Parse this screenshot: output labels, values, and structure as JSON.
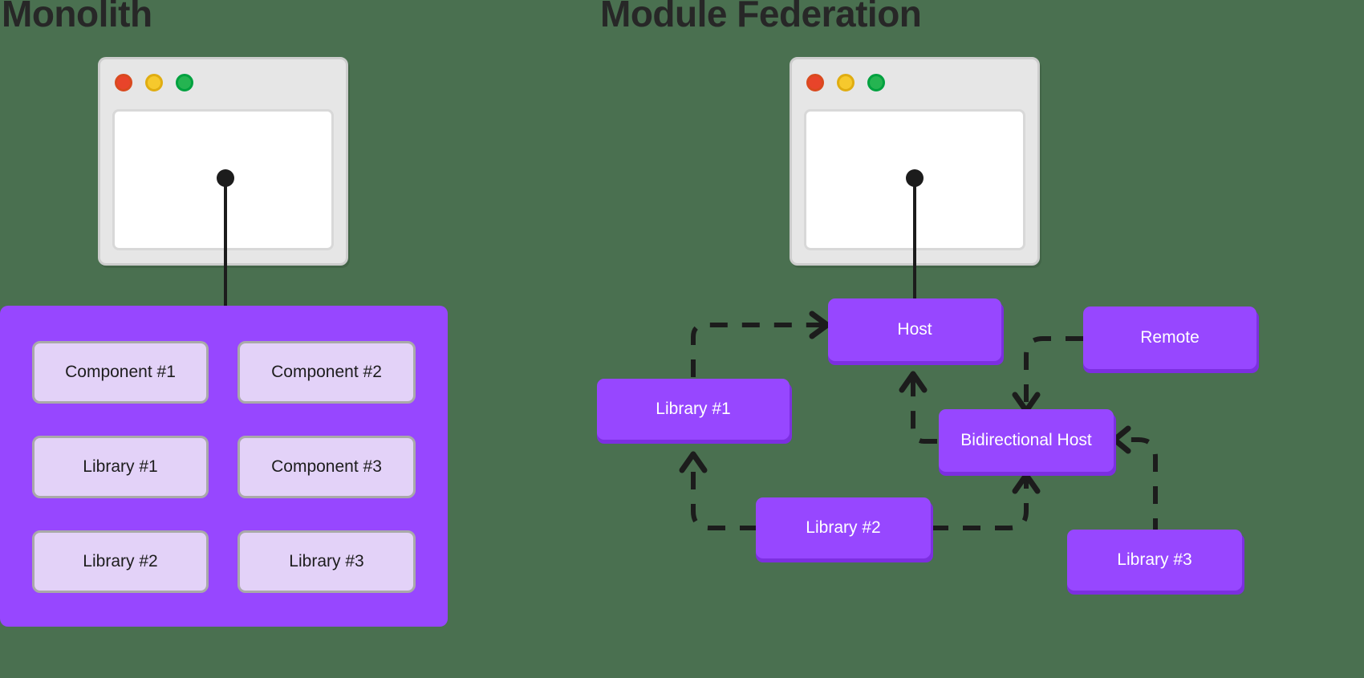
{
  "background_color": "#4a7050",
  "accent_purple": "#9747ff",
  "accent_purple_shadow": "#7c2fe0",
  "cell_fill": "#e3d2f8",
  "line_color": "#1c1c1c",
  "titles": {
    "left": "Monolith",
    "right": "Module Federation"
  },
  "window_left": {
    "name": "browser-window",
    "dots": [
      "red-dot",
      "yellow-dot",
      "green-dot"
    ]
  },
  "window_right": {
    "name": "browser-window",
    "dots": [
      "red-dot",
      "yellow-dot",
      "green-dot"
    ]
  },
  "monolith": {
    "cells": [
      {
        "label": "Component #1"
      },
      {
        "label": "Component #2"
      },
      {
        "label": "Library #1"
      },
      {
        "label": "Component #3"
      },
      {
        "label": "Library #2"
      },
      {
        "label": "Library #3"
      }
    ]
  },
  "module_federation": {
    "nodes": [
      {
        "id": "host",
        "label": "Host"
      },
      {
        "id": "remote",
        "label": "Remote"
      },
      {
        "id": "library1",
        "label": "Library #1"
      },
      {
        "id": "bidirectional-host",
        "label": "Bidirectional Host"
      },
      {
        "id": "library2",
        "label": "Library #2"
      },
      {
        "id": "library3",
        "label": "Library #3"
      }
    ],
    "edges": [
      {
        "from": "library1",
        "to": "host",
        "style": "dashed"
      },
      {
        "from": "library2",
        "to": "library1",
        "style": "dashed"
      },
      {
        "from": "remote",
        "to": "bidirectional-host",
        "style": "dashed"
      },
      {
        "from": "bidirectional-host",
        "to": "host",
        "style": "dashed"
      },
      {
        "from": "library2",
        "to": "bidirectional-host",
        "style": "dashed"
      },
      {
        "from": "library3",
        "to": "bidirectional-host",
        "style": "dashed"
      }
    ]
  }
}
